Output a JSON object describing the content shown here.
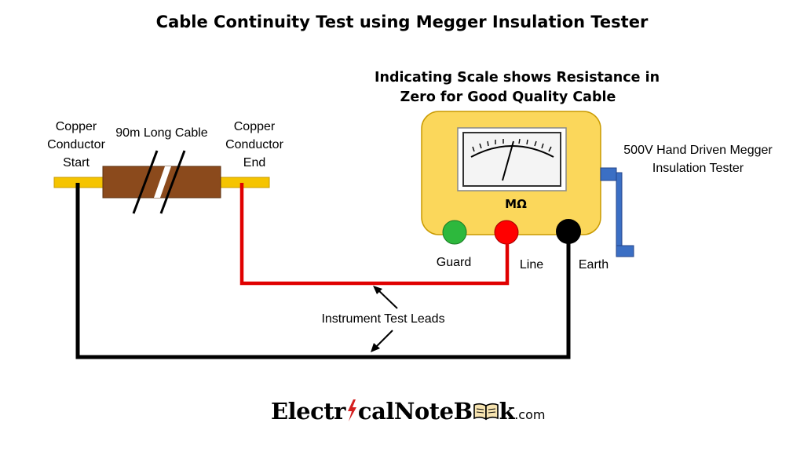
{
  "title": "Cable Continuity Test using Megger Insulation Tester",
  "labels": {
    "copper_start": [
      "Copper",
      "Conductor",
      "Start"
    ],
    "cable": "90m Long Cable",
    "copper_end": [
      "Copper",
      "Conductor",
      "End"
    ],
    "scale_note": [
      "Indicating Scale shows Resistance in",
      "Zero for Good Quality Cable"
    ],
    "tester": [
      "500V Hand Driven Megger",
      "Insulation Tester"
    ],
    "unit": "MΩ",
    "guard": "Guard",
    "line": "Line",
    "earth": "Earth",
    "leads": "Instrument Test Leads"
  },
  "logo": {
    "part1": "Electr",
    "part2": "calNoteB",
    "part3": "k",
    "suffix": ".com"
  },
  "colors": {
    "conductor": "#f5c400",
    "cable": "#8b4a1c",
    "tester_body": "#fbd75b",
    "tester_border": "#c99a00",
    "guard_terminal": "#2db83d",
    "line_terminal": "#ff0000",
    "earth_terminal": "#000000",
    "crank": "#3b6fc4",
    "red_lead": "#e00000",
    "black_lead": "#000000",
    "logo_accent": "#d42020"
  }
}
